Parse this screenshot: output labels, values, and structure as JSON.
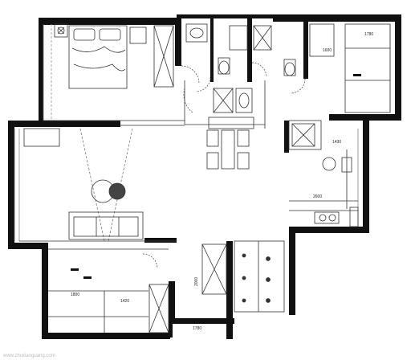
{
  "plan": {
    "dimensions": {
      "bedroom_right_top": "1780",
      "bedroom_right_desk": "1600",
      "kitchen_top": "1430",
      "kitchen_bottom": "2600",
      "bottom_left_room": "1800",
      "bottom_center_room": "1420",
      "corridor_vertical": "2000",
      "bottom_corridor": "1780"
    },
    "watermark": "www.zhuxiaoguang.com",
    "colors": {
      "wall": "#111111",
      "line": "#333333",
      "light_line": "#888888"
    }
  }
}
